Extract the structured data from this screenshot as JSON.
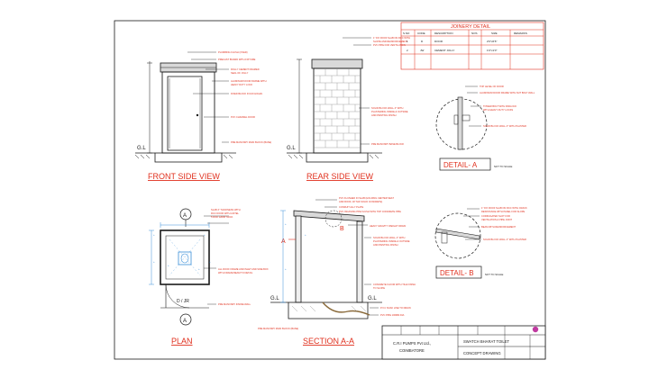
{
  "views": {
    "front": "FRONT SIDE VIEW",
    "rear": "REAR SIDE VIEW",
    "plan": "PLAN",
    "section": "SECTION A-A",
    "detail_a": "DETAIL- A",
    "detail_b": "DETAIL- B",
    "not_to_scale": "NOT TO SCALE"
  },
  "markers": {
    "gl": "G.L",
    "a": "A",
    "b": "B",
    "d_jr": "D / JR",
    "a_dash": "A"
  },
  "joinery": {
    "title": "JOINERY DETAIL",
    "headers": [
      "S.NO",
      "CODE",
      "DESCRIPTION",
      "NOS",
      "SIZE",
      "REMARKS"
    ],
    "rows": [
      [
        "1",
        "D",
        "DOOR",
        "",
        "2'0\"x6'6\"",
        ""
      ],
      [
        "2",
        "JW",
        "CEMENT JOLLY",
        "",
        "1'0\"x1'0\"",
        ""
      ]
    ]
  },
  "title_block": {
    "company": "C.R.I PUMPS Pvt Ltd.,",
    "city": "COIMBATORE",
    "project": "SWATCH BHARAT TOILET",
    "drawing": "CONCEPT DRAWING"
  },
  "colors": {
    "line": "#1a1a1a",
    "red": "#e0301e",
    "blue": "#3a8fd8",
    "gray": "#8a8a8a"
  }
}
